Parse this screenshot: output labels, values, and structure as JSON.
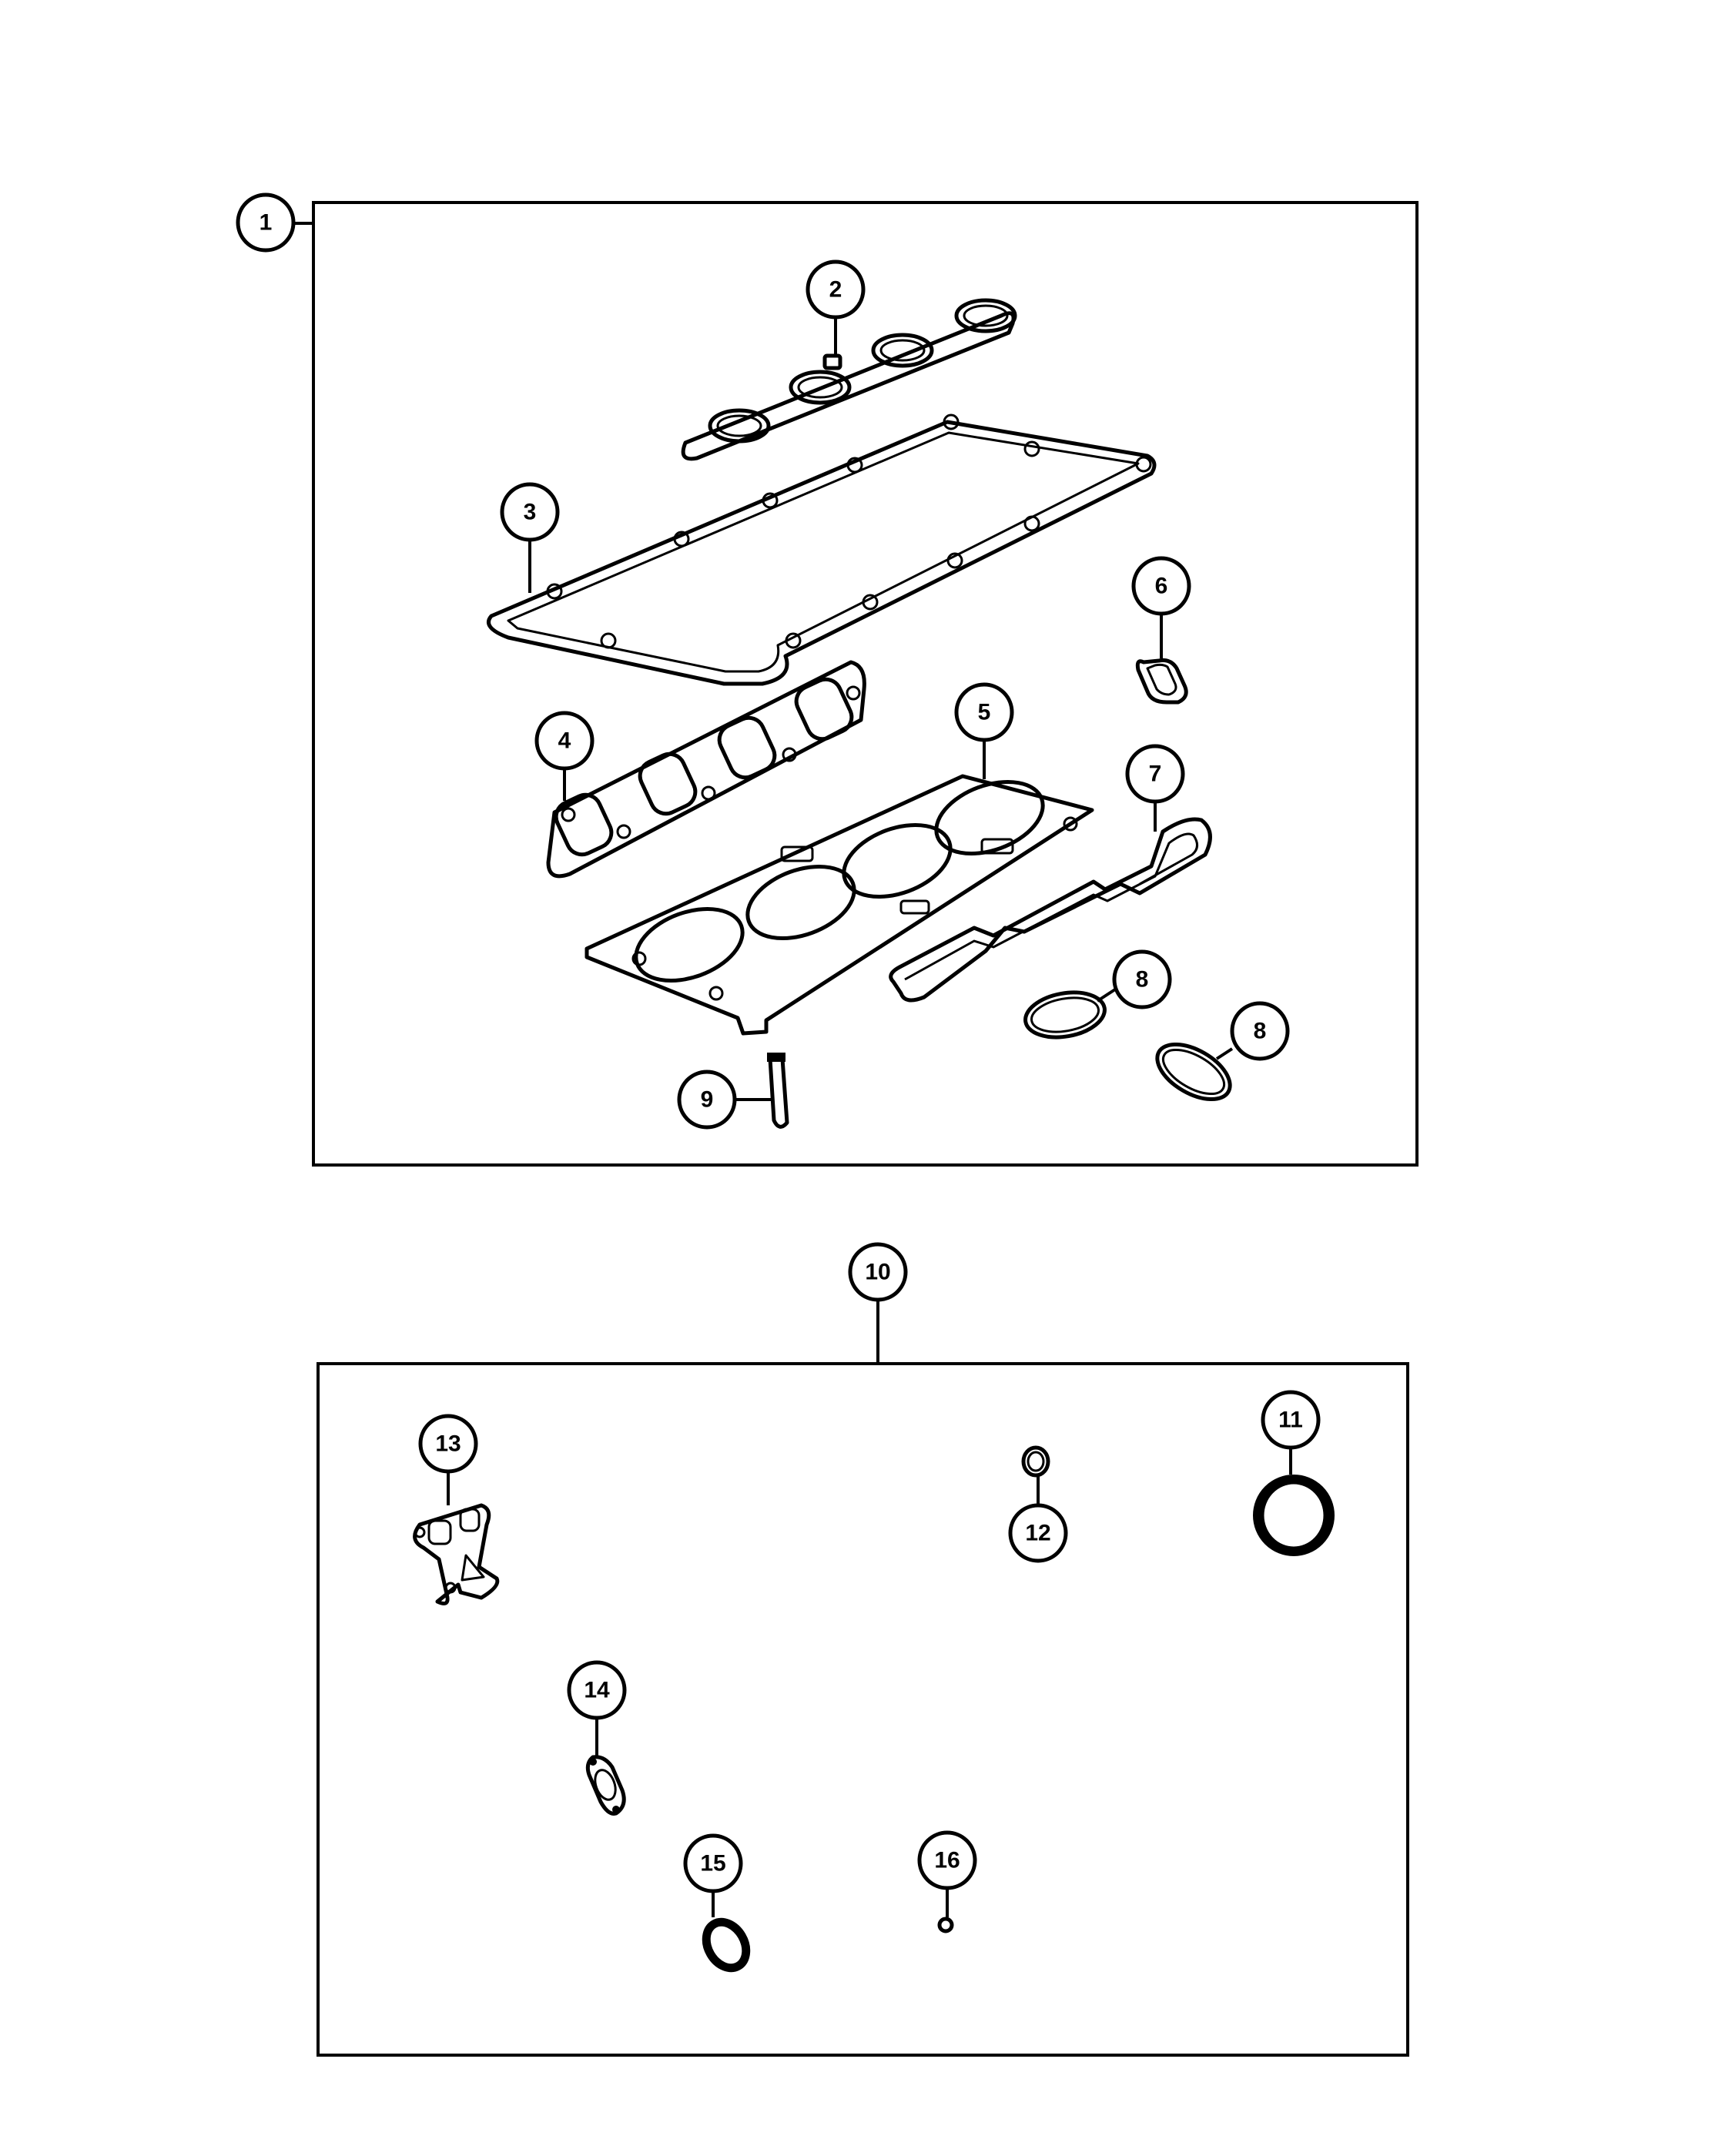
{
  "colors": {
    "line": "#000000",
    "background": "#ffffff"
  },
  "upper_kit": {
    "callout": "1",
    "parts": [
      {
        "callout": "2",
        "name": "valve cover spark plug tube seals"
      },
      {
        "callout": "3",
        "name": "valve cover gasket"
      },
      {
        "callout": "4",
        "name": "exhaust manifold gasket"
      },
      {
        "callout": "5",
        "name": "cylinder head gasket"
      },
      {
        "callout": "6",
        "name": "seal"
      },
      {
        "callout": "7",
        "name": "intake manifold gasket"
      },
      {
        "callout": "8a",
        "label": "8",
        "name": "o-ring"
      },
      {
        "callout": "8b",
        "label": "8",
        "name": "o-ring"
      },
      {
        "callout": "9",
        "name": "dowel"
      }
    ]
  },
  "lower_kit": {
    "callout": "10",
    "parts": [
      {
        "callout": "11",
        "name": "large seal"
      },
      {
        "callout": "12",
        "name": "small o-ring"
      },
      {
        "callout": "13",
        "name": "gasket"
      },
      {
        "callout": "14",
        "name": "gasket"
      },
      {
        "callout": "15",
        "name": "seal"
      },
      {
        "callout": "16",
        "name": "plug"
      }
    ]
  }
}
